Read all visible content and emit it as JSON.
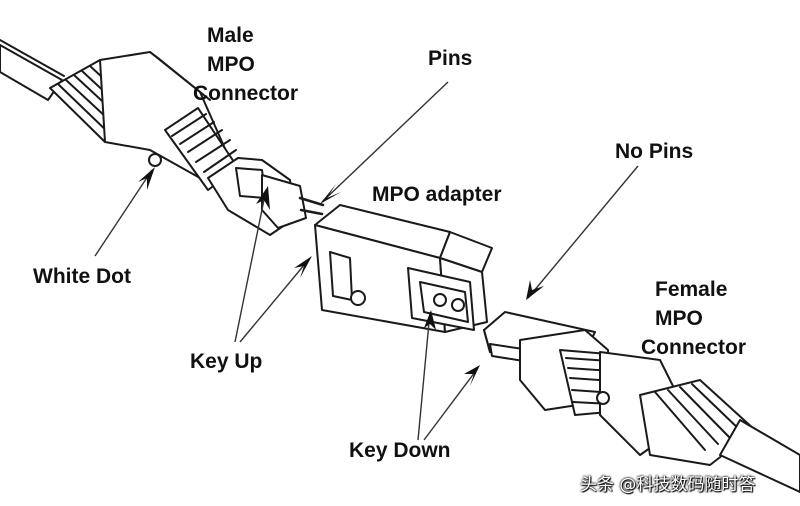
{
  "labels": {
    "male_line1": "Male",
    "male_line2": "MPO",
    "male_line3": "Connector",
    "pins": "Pins",
    "mpo_adapter": "MPO adapter",
    "no_pins": "No Pins",
    "white_dot": "White Dot",
    "female_line1": "Female",
    "female_line2": "MPO",
    "female_line3": "Connector",
    "key_up": "Key Up",
    "key_down": "Key Down"
  },
  "watermark": "头条 @科技数码随时答",
  "colors": {
    "stroke": "#1a1a1a",
    "fill": "#ffffff",
    "label": "#111111"
  }
}
